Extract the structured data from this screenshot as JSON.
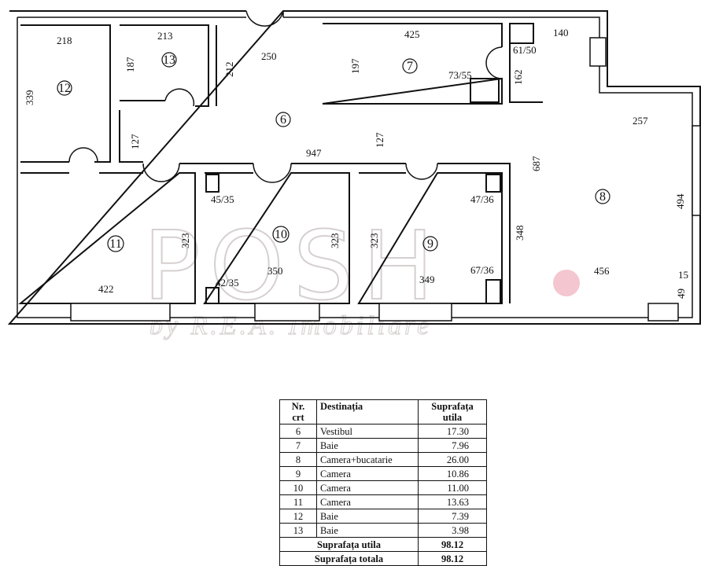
{
  "watermark": {
    "main": "POSH",
    "sub": "by R.E.A. Imobiliare"
  },
  "rooms": [
    {
      "id": "6",
      "label": "6"
    },
    {
      "id": "7",
      "label": "7"
    },
    {
      "id": "8",
      "label": "8"
    },
    {
      "id": "9",
      "label": "9"
    },
    {
      "id": "10",
      "label": "10"
    },
    {
      "id": "11",
      "label": "11"
    },
    {
      "id": "12",
      "label": "12"
    },
    {
      "id": "13",
      "label": "13"
    }
  ],
  "dimensions": {
    "r12_width": "218",
    "r12_height": "339",
    "r13_width": "213",
    "r13_height": "187",
    "hall_212": "212",
    "hall_250": "250",
    "r7_width": "425",
    "r7_height": "197",
    "r7_fixture": "73/55",
    "r7_162": "162",
    "r_61_50": "61/50",
    "r_140": "140",
    "hall_127a": "127",
    "hall_127b": "127",
    "hall_947": "947",
    "r8_257": "257",
    "r8_687": "687",
    "r8_494": "494",
    "r8_456": "456",
    "r8_15": "15",
    "r8_49": "49",
    "r9_348": "348",
    "r11_323": "323",
    "r11_422": "422",
    "r10_45_35": "45/35",
    "r10_42_35": "42/35",
    "r10_323": "323",
    "r10_350": "350",
    "r9_47_36": "47/36",
    "r9_67_36": "67/36",
    "r9_323": "323",
    "r9_349": "349"
  },
  "table": {
    "headers": {
      "nr_line1": "Nr.",
      "nr_line2": "crt",
      "dest": "Destinația",
      "area_line1": "Suprafața",
      "area_line2": "utila"
    },
    "rows": [
      {
        "nr": "6",
        "dest": "Vestibul",
        "area": "17.30"
      },
      {
        "nr": "7",
        "dest": "Baie",
        "area": "7.96"
      },
      {
        "nr": "8",
        "dest": "Camera+bucatarie",
        "area": "26.00"
      },
      {
        "nr": "9",
        "dest": "Camera",
        "area": "10.86"
      },
      {
        "nr": "10",
        "dest": "Camera",
        "area": "11.00"
      },
      {
        "nr": "11",
        "dest": "Camera",
        "area": "13.63"
      },
      {
        "nr": "12",
        "dest": "Baie",
        "area": "7.39"
      },
      {
        "nr": "13",
        "dest": "Baie",
        "area": "3.98"
      }
    ],
    "totals": [
      {
        "label": "Suprafața utila",
        "value": "98.12"
      },
      {
        "label": "Suprafața totala",
        "value": "98.12"
      }
    ]
  }
}
